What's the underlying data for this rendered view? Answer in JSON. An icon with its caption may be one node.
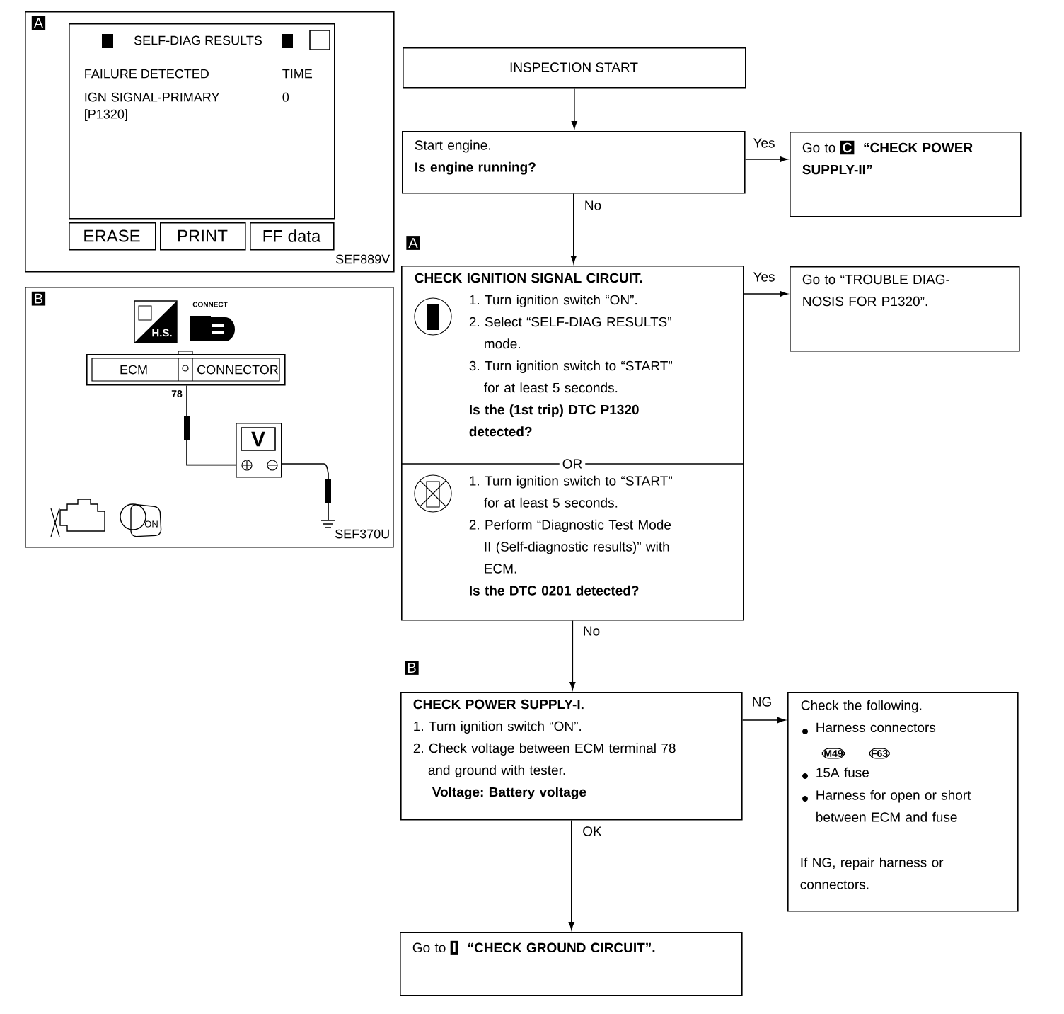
{
  "diagram": {
    "nodes": [
      {
        "text": [
          "INSPECTION START"
        ]
      },
      {
        "text": [
          "Start engine.",
          "Is engine running?"
        ]
      },
      {
        "text": [
          "Go to",
          "C",
          "“CHECK POWER SUPPLY-II”"
        ]
      },
      {
        "text": [
          "CHECK IGNITION SIGNAL CIRCUIT.",
          "1. Turn ignition switch “ON”.",
          "2. Select “SELF-DIAG RESULTS” mode.",
          "3. Turn ignition switch to “START” for at least 5 seconds.",
          "Is the (1st trip) DTC P1320 detected?",
          "OR",
          "1. Turn ignition switch to “START” for at least 5 seconds.",
          "2. Perform “Diagnostic Test Mode II (Self-diagnostic results)” with ECM.",
          "Is the DTC 0201 detected?"
        ],
        "beside": [
          "A"
        ]
      },
      {
        "text": [
          "Go to “TROUBLE DIAG-NOSIS FOR P1320”."
        ]
      },
      {
        "text": [
          "CHECK POWER SUPPLY-I.",
          "1. Turn ignition switch “ON”.",
          "2. Check voltage between ECM terminal 78 and ground with tester.",
          "Voltage: Battery voltage"
        ],
        "beside": [
          "B"
        ]
      },
      {
        "text": [
          "Check the following.",
          "Harness connectors",
          "M49",
          "F63",
          "15A fuse",
          "Harness for open or short between ECM and fuse",
          "If NG, repair harness or connectors."
        ]
      },
      {
        "text": [
          "Go to",
          "I",
          "“CHECK GROUND CIRCUIT”."
        ]
      },
      {
        "text": [
          "A",
          "SEF889V"
        ]
      },
      {
        "text": [
          "SELF-DIAG RESULTS",
          "FAILURE DETECTED",
          "TIME",
          "IGN SIGNAL-PRIMARY [P1320]",
          "0"
        ],
        "in": 8
      },
      {
        "text": [
          "ERASE"
        ],
        "in": 8
      },
      {
        "text": [
          "PRINT"
        ],
        "in": 8
      },
      {
        "text": [
          "FF data"
        ],
        "in": 8
      },
      {
        "text": [
          "B",
          "SEF370U"
        ]
      },
      {
        "text": [
          "ECM",
          "CONNECTOR"
        ],
        "in": 13
      },
      {
        "text": [
          "V"
        ],
        "in": 13
      }
    ],
    "edges": [
      {
        "from": 0,
        "to": 1,
        "arrow": "to"
      },
      {
        "from": 1,
        "to": 2,
        "arrow": "to",
        "label": "Yes"
      },
      {
        "from": 1,
        "to": 3,
        "arrow": "to",
        "label": "No"
      },
      {
        "from": 3,
        "to": 4,
        "arrow": "to",
        "label": "Yes"
      },
      {
        "from": 3,
        "to": 5,
        "arrow": "to",
        "label": "No"
      },
      {
        "from": 5,
        "to": 6,
        "arrow": "to",
        "label": "NG"
      },
      {
        "from": 5,
        "to": 7,
        "arrow": "to",
        "label": "OK"
      },
      {
        "from": 14,
        "to": 15,
        "arrow": "none"
      }
    ],
    "labels": [
      "CONNECT",
      "H.S.",
      "78",
      "ON"
    ]
  }
}
